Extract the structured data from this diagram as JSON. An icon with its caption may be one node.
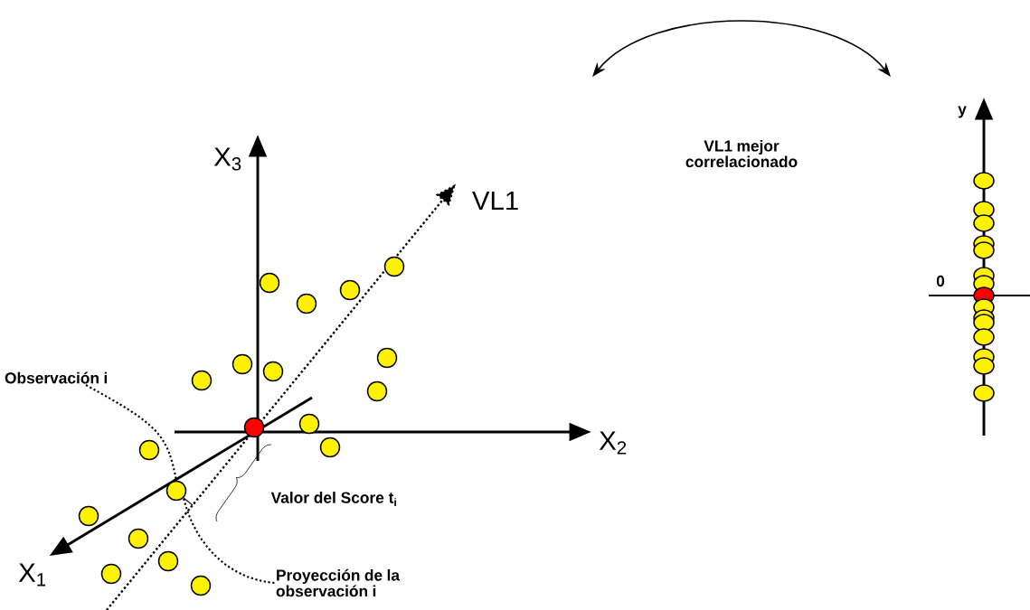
{
  "diagram": {
    "nodes": [
      {
        "text": [
          "Observación i"
        ]
      },
      {
        "text": [
          "Proyección de la observación i"
        ]
      },
      {
        "text": [],
        "shape": "circle"
      },
      {
        "text": [],
        "shape": "circle"
      },
      {
        "text": [],
        "shape": "circle"
      },
      {
        "text": [],
        "shape": "circle"
      },
      {
        "text": [],
        "shape": "circle"
      },
      {
        "text": [],
        "shape": "circle"
      },
      {
        "text": [],
        "shape": "circle"
      },
      {
        "text": [],
        "shape": "circle"
      },
      {
        "text": [],
        "shape": "circle"
      },
      {
        "text": [],
        "shape": "circle"
      },
      {
        "text": [],
        "shape": "circle"
      },
      {
        "text": [],
        "shape": "circle"
      },
      {
        "text": [],
        "shape": "circle"
      },
      {
        "text": [],
        "shape": "circle"
      },
      {
        "text": [],
        "shape": "circle"
      },
      {
        "text": [],
        "shape": "circle"
      },
      {
        "text": [],
        "shape": "circle"
      },
      {
        "text": [],
        "shape": "circle"
      },
      {
        "text": [],
        "shape": "circle"
      },
      {
        "text": [],
        "shape": "circle"
      },
      {
        "text": [],
        "shape": "circle"
      },
      {
        "text": [],
        "shape": "circle"
      },
      {
        "text": [],
        "shape": "circle"
      },
      {
        "text": [],
        "shape": "circle"
      },
      {
        "text": [],
        "shape": "circle"
      },
      {
        "text": [],
        "shape": "circle"
      },
      {
        "text": [],
        "shape": "circle"
      },
      {
        "text": [],
        "shape": "circle"
      },
      {
        "text": [],
        "shape": "circle"
      },
      {
        "text": [],
        "shape": "circle"
      },
      {
        "text": [],
        "shape": "circle"
      },
      {
        "text": [],
        "shape": "circle"
      },
      {
        "text": [],
        "shape": "circle"
      },
      {
        "text": [],
        "shape": "circle"
      }
    ],
    "edges": [
      {
        "from": 0,
        "to": 15,
        "arrow": "none",
        "style": "dashed"
      },
      {
        "from": 1,
        "to": 15,
        "arrow": "none",
        "style": "dashed"
      }
    ],
    "labels": [
      "X$_{3}$",
      "VL1",
      "X$_{2}$",
      "X$_{1}$",
      "Valor del Score t$_{i}$",
      "VL1 mejor correlacionado",
      "y",
      "0"
    ]
  }
}
